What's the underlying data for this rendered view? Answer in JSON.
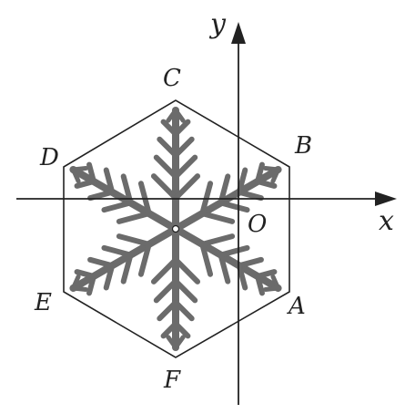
{
  "figure": {
    "axes": {
      "x_label": "x",
      "y_label": "y",
      "origin_label": "O"
    },
    "hexagon": {
      "vertices": [
        "A",
        "B",
        "C",
        "D",
        "E",
        "F"
      ]
    },
    "decoration": "snowflake",
    "colors": {
      "line": "#222222",
      "snowflake": "#6b6b6b",
      "background": "#ffffff"
    }
  }
}
